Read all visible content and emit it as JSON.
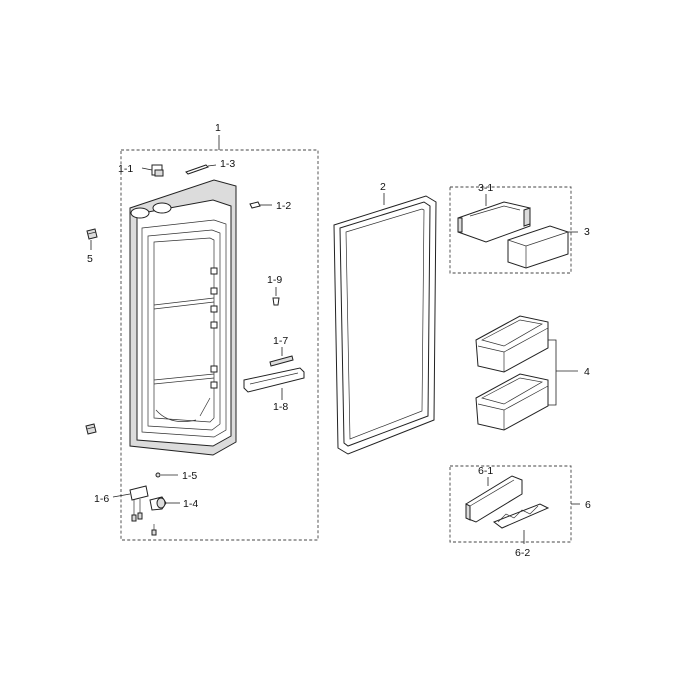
{
  "labels": {
    "l1": "1",
    "l1_1": "1-1",
    "l1_2": "1-2",
    "l1_3": "1-3",
    "l1_4": "1-4",
    "l1_5": "1-5",
    "l1_6": "1-6",
    "l1_7": "1-7",
    "l1_8": "1-8",
    "l1_9": "1-9",
    "l2": "2",
    "l3": "3",
    "l3_1": "3-1",
    "l4": "4",
    "l5": "5",
    "l6": "6",
    "l6_1": "6-1",
    "l6_2": "6-2"
  }
}
